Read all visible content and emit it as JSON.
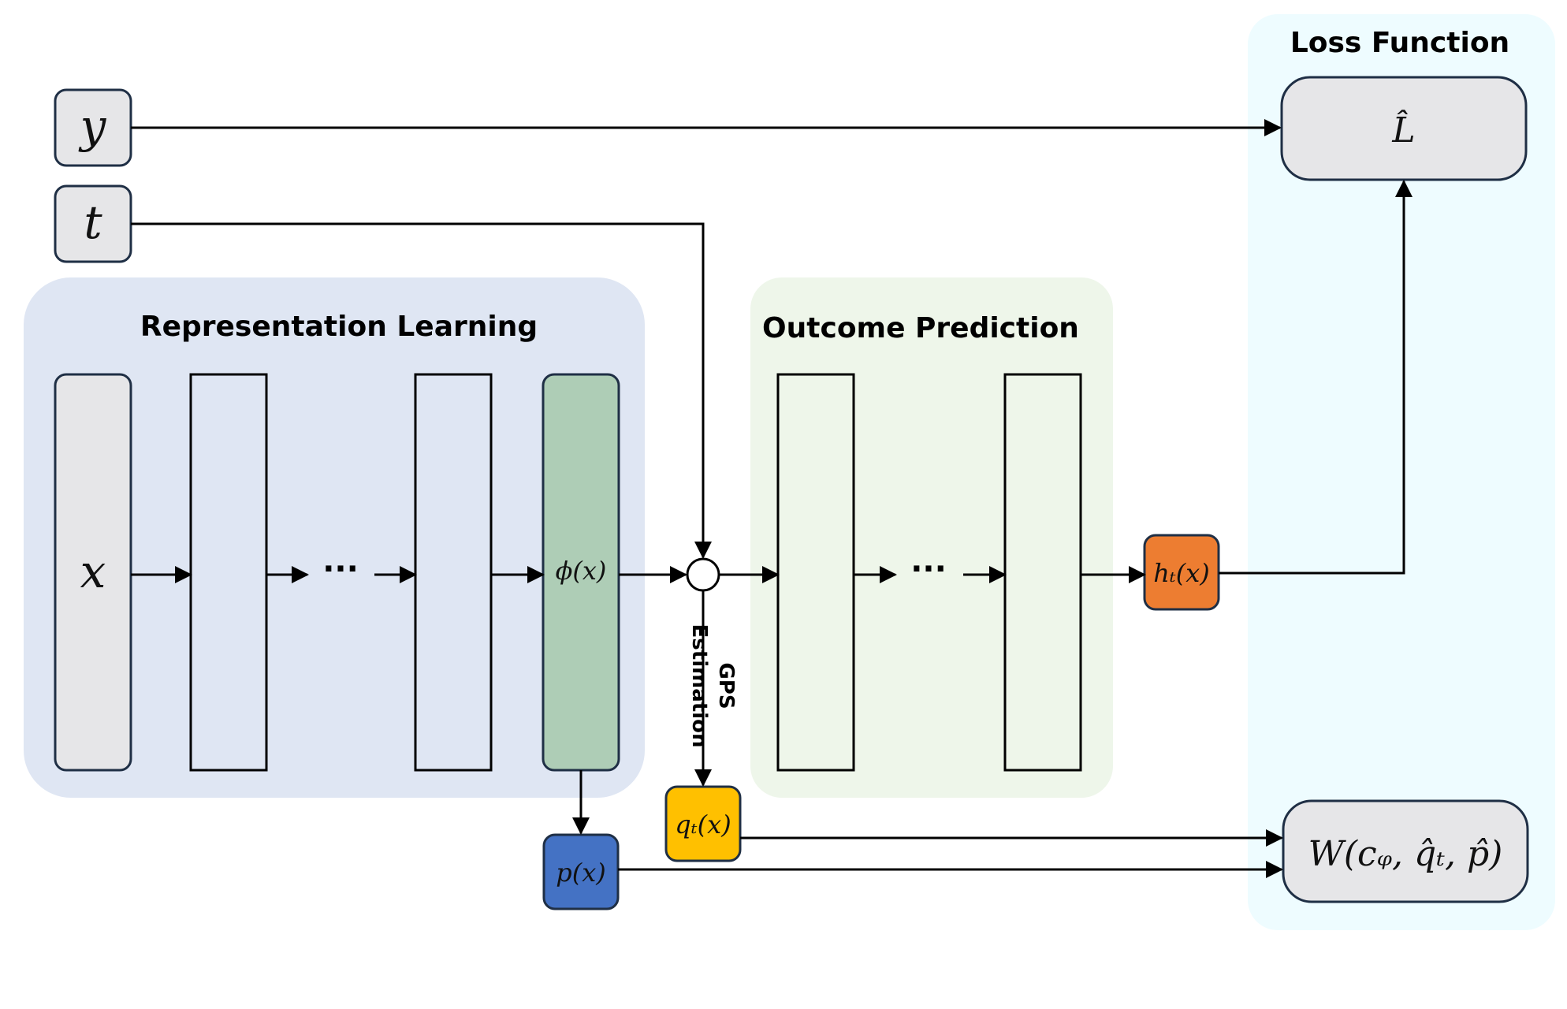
{
  "sections": {
    "representation_learning": "Representation Learning",
    "outcome_prediction": "Outcome Prediction",
    "loss_function": "Loss Function"
  },
  "nodes": {
    "y": "y",
    "t": "t",
    "x": "x",
    "phi": "ϕ(x)",
    "p": "p(x)",
    "q": "qₜ(x)",
    "h": "hₜ(x)",
    "loss_hat": "L̂",
    "wasserstein": "W(cᵩ, q̂ₜ, p̂)"
  },
  "ellipsis": "···",
  "gps_line1": "GPS",
  "gps_line2": "Estimation",
  "colors": {
    "rep_bg": "#dfe6f3",
    "outcome_bg": "#eef6ea",
    "loss_bg": "#eefcff",
    "input_box": "#e6e6e8",
    "phi_box": "#aecdb6",
    "p_box": "#4472c4",
    "q_box": "#ffc000",
    "h_box": "#ed7d31",
    "border": "#1f2f45"
  }
}
